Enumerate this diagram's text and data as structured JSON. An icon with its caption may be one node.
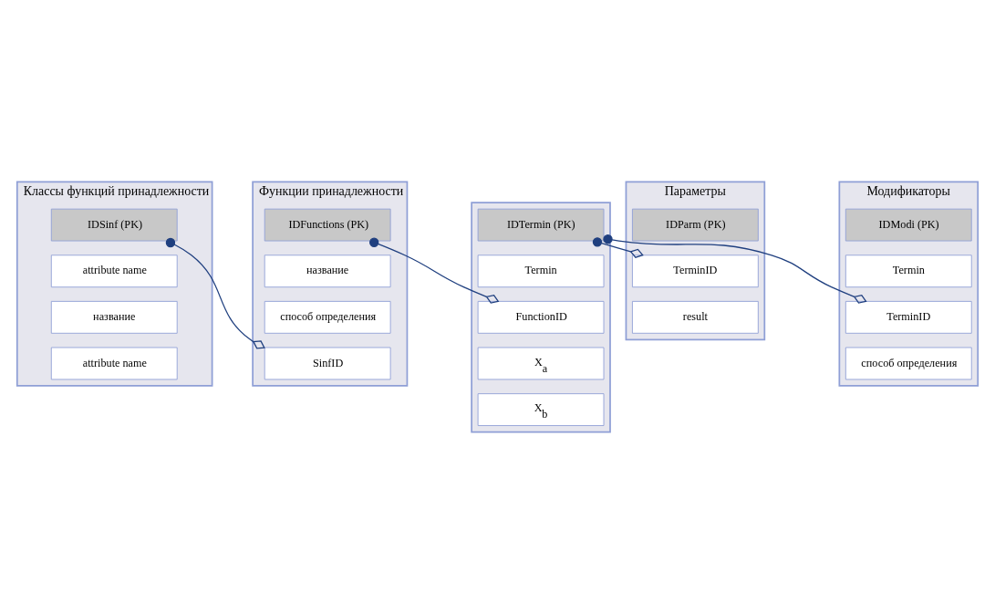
{
  "diagram": {
    "nodes": [
      {
        "text": [
          "Параметры"
        ]
      },
      {
        "text": [
          "IDParm (PK)"
        ],
        "in": 0
      },
      {
        "text": [
          "TerminID"
        ],
        "in": 0
      },
      {
        "text": [
          "result"
        ],
        "in": 0
      },
      {
        "text": [
          "Функции принадлежности"
        ]
      },
      {
        "text": [
          "IDFunctions (PK)"
        ],
        "in": 4
      },
      {
        "text": [
          "название"
        ],
        "in": 4
      },
      {
        "text": [
          "способ определения"
        ],
        "in": 4
      },
      {
        "text": [
          "SinfID"
        ],
        "in": 4
      },
      {
        "text": [
          "Модификаторы"
        ]
      },
      {
        "text": [
          "IDModi (PK)"
        ],
        "in": 9
      },
      {
        "text": [
          "Termin"
        ],
        "in": 9
      },
      {
        "text": [
          "TerminID"
        ],
        "in": 9
      },
      {
        "text": [
          "способ определения"
        ],
        "in": 9
      },
      {
        "text": [],
        "shape": "box"
      },
      {
        "text": [
          "IDTermin (PK)"
        ],
        "in": 14
      },
      {
        "text": [
          "Termin"
        ],
        "in": 14
      },
      {
        "text": [
          "FunctionID"
        ],
        "in": 14
      },
      {
        "text": [
          "X$_{a}$"
        ],
        "in": 14
      },
      {
        "text": [
          "X$_{b}$"
        ],
        "in": 14
      },
      {
        "text": [
          "Классы функций принадлежности"
        ]
      },
      {
        "text": [
          "IDSinf (PK)"
        ],
        "in": 20
      },
      {
        "text": [
          "attribute name"
        ],
        "in": 20
      },
      {
        "text": [
          "название"
        ],
        "in": 20
      },
      {
        "text": [
          "attribute name"
        ],
        "in": 20
      }
    ],
    "edges": [
      {
        "from": 21,
        "to": 8,
        "arrow": "other"
      },
      {
        "from": 5,
        "to": 17,
        "arrow": "other"
      },
      {
        "from": 15,
        "to": 2,
        "arrow": "other"
      },
      {
        "from": 15,
        "to": 12,
        "arrow": "other"
      }
    ]
  }
}
